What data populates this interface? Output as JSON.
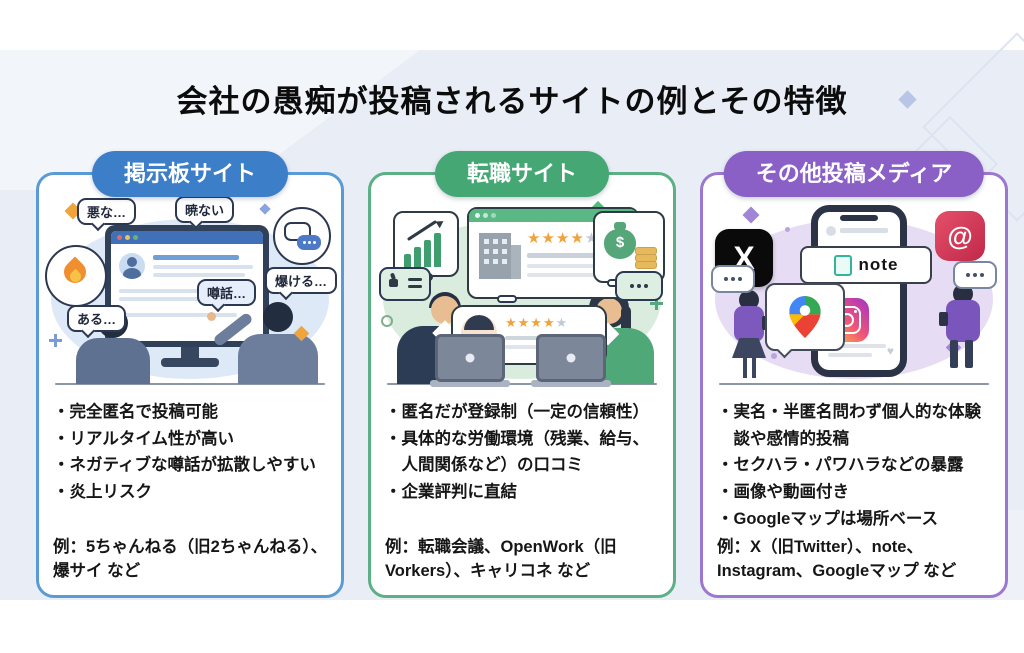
{
  "page": {
    "title": "会社の愚痴が投稿されるサイトの例とその特徴",
    "background_accent": "#e9edf5"
  },
  "cards": [
    {
      "header": "掲示板サイト",
      "colors": {
        "header_bg": "#3d7ec9",
        "border": "#5b9bd5",
        "illus_bg": "#dde9f7"
      },
      "illustration": {
        "bubble_1": "悪な…",
        "bubble_2": "暁ない",
        "bubble_3": "噂話…",
        "bubble_4": "ある…",
        "bubble_5": "爆ける…"
      },
      "bullets": [
        "完全匿名で投稿可能",
        "リアルタイム性が高い",
        "ネガティブな噂話が拡散しやすい",
        "炎上リスク"
      ],
      "example": "例：5ちゃんねる（旧2ちゃんねる）、爆サイ など"
    },
    {
      "header": "転職サイト",
      "colors": {
        "header_bg": "#45a874",
        "border": "#5cb086",
        "illus_bg": "#d9ecdd"
      },
      "illustration": {},
      "bullets": [
        "匿名だが登録制（一定の信頼性）",
        "具体的な労働環境（残業、給与、人間関係など）の口コミ",
        "企業評判に直結"
      ],
      "example": "例：転職会議、OpenWork（旧Vorkers）、キャリコネ など"
    },
    {
      "header": "その他投稿メディア",
      "colors": {
        "header_bg": "#8a5fc6",
        "border": "#9d77cf",
        "illus_bg": "#e6dcf3"
      },
      "illustration": {
        "note_label": "note",
        "x_label": "X",
        "threads_label": "@"
      },
      "bullets": [
        "実名・半匿名問わず個人的な体験談や感情的投稿",
        "セクハラ・パワハラなどの暴露",
        "画像や動画付き",
        "Googleマップは場所ベース"
      ],
      "example": "例：X（旧Twitter）、note、Instagram、Googleマップ など"
    }
  ]
}
